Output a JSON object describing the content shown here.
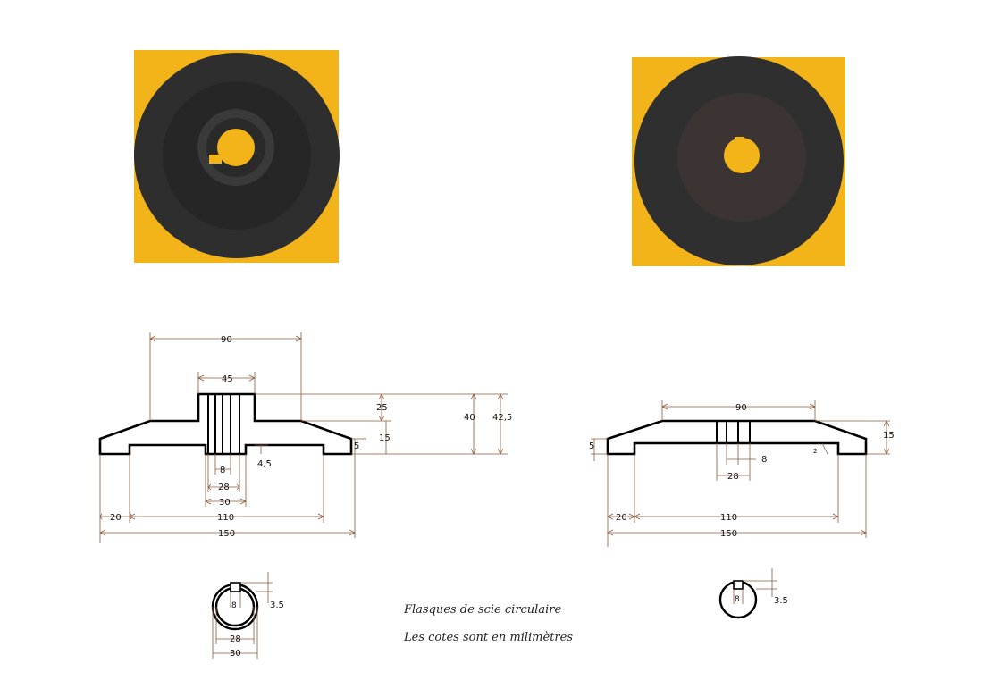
{
  "caption": {
    "line1": "Flasques de scie circulaire",
    "line2": "Les cotes sont en milimètres"
  },
  "colors": {
    "photo_background": "#f2b418",
    "flange_dark": "#2c2c2c",
    "outline": "#000000",
    "dimension_line": "#8b5a3c"
  },
  "left_drawing": {
    "dim_top_90": "90",
    "dim_hub_45": "45",
    "dim_hub_height_25": "25",
    "dim_15": "15",
    "dim_40": "40",
    "dim_42_5": "42,5",
    "dim_rim_5": "5",
    "dim_4_5": "4,5",
    "dim_key_8": "8",
    "dim_28": "28",
    "dim_30": "30",
    "dim_20": "20",
    "dim_110": "110",
    "dim_150": "150"
  },
  "right_drawing": {
    "dim_top_90": "90",
    "dim_rim_5": "5",
    "dim_15": "15",
    "dim_2": "2",
    "dim_key_8": "8",
    "dim_28": "28",
    "dim_20": "20",
    "dim_110": "110",
    "dim_150": "150"
  },
  "left_section": {
    "dim_key_8": "8",
    "dim_3_5": "3.5",
    "dim_28": "28",
    "dim_30": "30"
  },
  "right_section": {
    "dim_key_8": "8",
    "dim_3_5": "3.5"
  }
}
